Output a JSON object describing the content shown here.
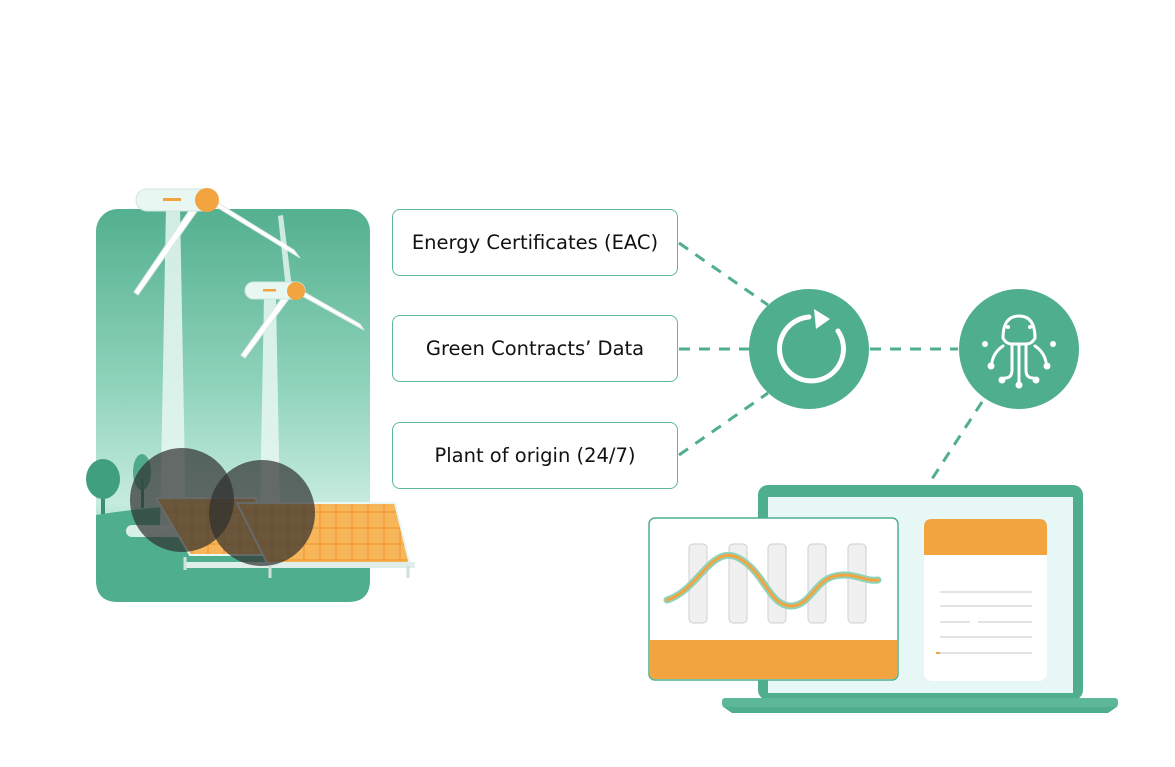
{
  "sources": [
    {
      "label": "Energy Certificates (EAC)"
    },
    {
      "label": "Green Contracts’ Data"
    },
    {
      "label": "Plant of origin (24/7)"
    }
  ],
  "icons": {
    "sync": "refresh-cycle-icon",
    "platform": "octopus-circuit-icon"
  },
  "colors": {
    "teal": "#4fae8e",
    "teal_dark": "#3a9a7c",
    "orange": "#f2a441",
    "panel_bg": "#e6f7f5",
    "outline": "#5fb89a"
  }
}
